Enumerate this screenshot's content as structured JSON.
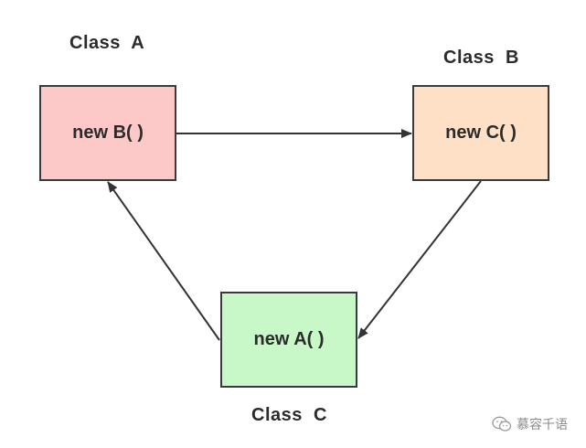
{
  "nodes": {
    "a": {
      "class_label": "Class  A",
      "content": "new B( )",
      "fill": "#fdc8c8"
    },
    "b": {
      "class_label": "Class  B",
      "content": "new C( )",
      "fill": "#fde0c6"
    },
    "c": {
      "class_label": "Class  C",
      "content": "new A( )",
      "fill": "#c8f8c8"
    }
  },
  "edge_color": "#333333",
  "watermark": {
    "text": "慕容千语",
    "icon": "wechat-icon"
  }
}
